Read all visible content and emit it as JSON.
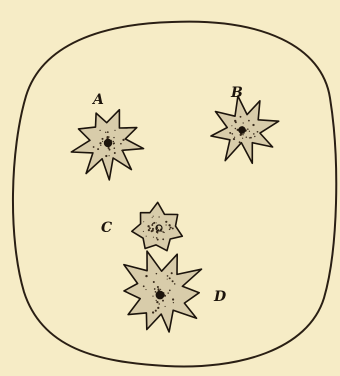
{
  "figure": {
    "labels": {
      "a": "A",
      "b": "B",
      "c": "C",
      "d": "D"
    },
    "colors": {
      "background": "#f6ecc6",
      "outline": "#2a1f14",
      "cell_fill": "#d8ccaa",
      "cell_stroke": "#1c140c",
      "nucleus": "#1c140c",
      "speckle": "#3a2c1c"
    }
  }
}
